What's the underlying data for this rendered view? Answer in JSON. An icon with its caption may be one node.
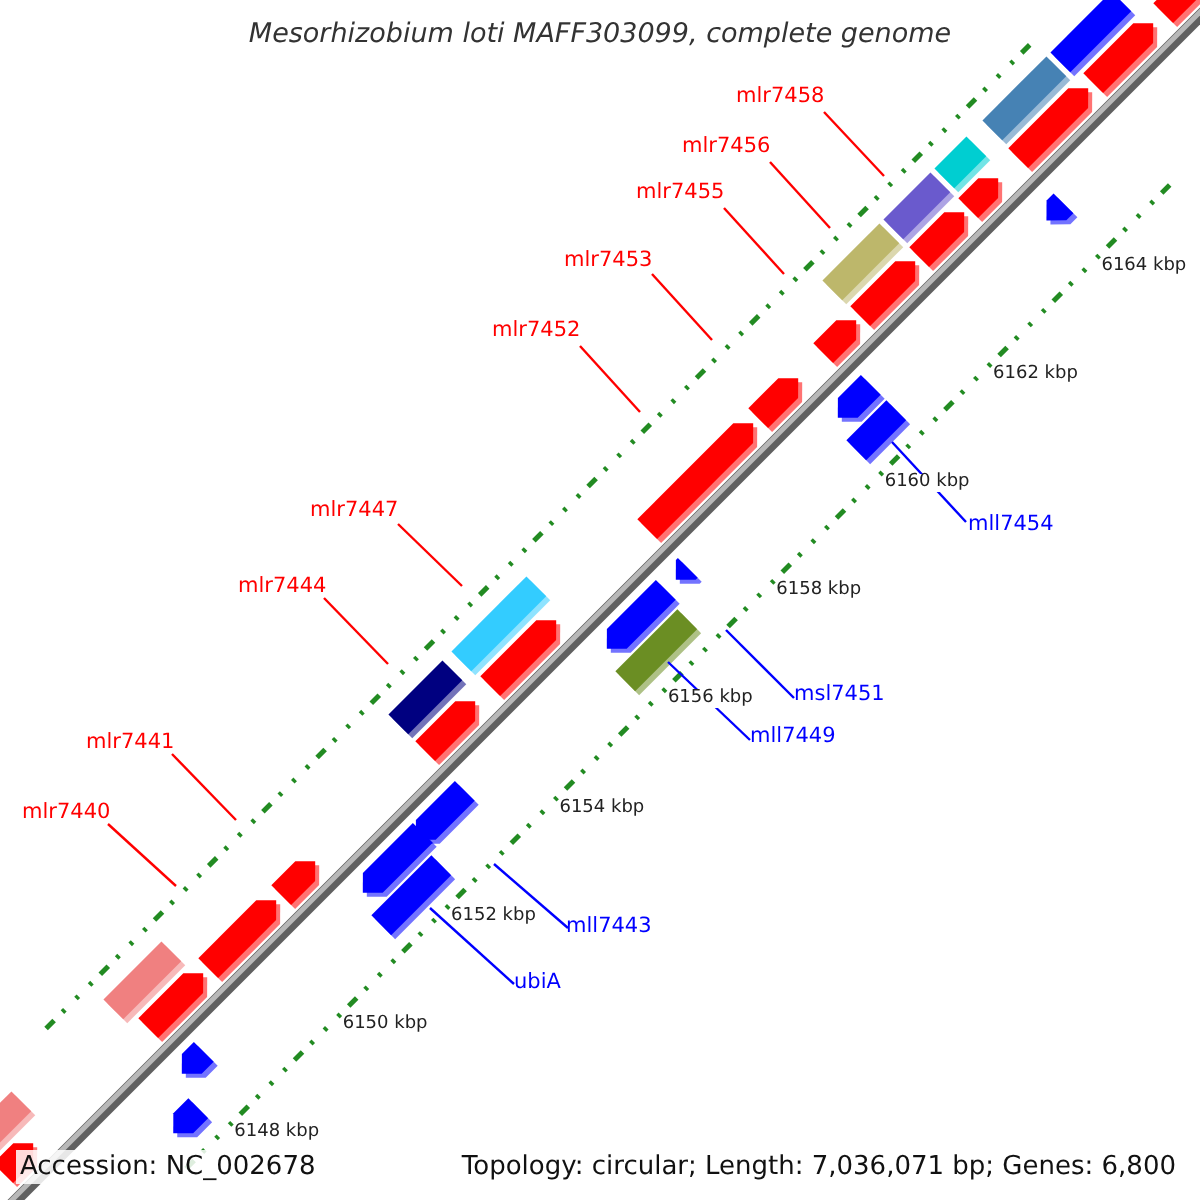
{
  "diagram": {
    "title": "Mesorhizobium loti MAFF303099, complete genome",
    "nodes": [
      {
        "text": [
          "mlr7458"
        ]
      },
      {
        "text": [
          "mlr7456"
        ]
      },
      {
        "text": [
          "mlr7455"
        ]
      },
      {
        "text": [
          "mlr7453"
        ]
      },
      {
        "text": [
          "mlr7452"
        ]
      },
      {
        "text": [
          "mlr7447"
        ]
      },
      {
        "text": [
          "mll7454"
        ]
      },
      {
        "text": [
          "mlr7444"
        ]
      },
      {
        "text": [
          "msl7451"
        ]
      },
      {
        "text": [
          "mll7449"
        ]
      },
      {
        "text": [
          "mlr7441"
        ]
      },
      {
        "text": [
          "mlr7440"
        ]
      },
      {
        "text": [
          "mll7443"
        ]
      },
      {
        "text": [
          "ubiA"
        ]
      }
    ],
    "edges": [
      {
        "from": 0,
        "to": null,
        "arrow": "none"
      },
      {
        "from": 1,
        "to": null,
        "arrow": "none"
      },
      {
        "from": 2,
        "to": null,
        "arrow": "none"
      },
      {
        "from": 3,
        "to": null,
        "arrow": "none"
      },
      {
        "from": 4,
        "to": null,
        "arrow": "none"
      },
      {
        "from": 5,
        "to": null,
        "arrow": "none"
      },
      {
        "from": 6,
        "to": null,
        "arrow": "none",
        "color": "#0000ff"
      },
      {
        "from": 7,
        "to": null,
        "arrow": "none"
      },
      {
        "from": 8,
        "to": null,
        "arrow": "none",
        "color": "#0000ff"
      },
      {
        "from": 9,
        "to": null,
        "arrow": "none",
        "color": "#0000ff"
      },
      {
        "from": 10,
        "to": null,
        "arrow": "none"
      },
      {
        "from": 11,
        "to": null,
        "arrow": "none"
      },
      {
        "from": 12,
        "to": null,
        "arrow": "none",
        "color": "#0000ff"
      },
      {
        "from": 13,
        "to": null,
        "arrow": "none",
        "color": "#0000ff"
      }
    ],
    "labels": [
      "6164 kbp",
      "6162 kbp",
      "6160 kbp",
      "6158 kbp",
      "6156 kbp",
      "6154 kbp",
      "6152 kbp",
      "6150 kbp",
      "6148 kbp",
      "Accession: NC_002678",
      "Topology: circular; Length: 7,036,071 bp; Genes: 6,800"
    ]
  }
}
